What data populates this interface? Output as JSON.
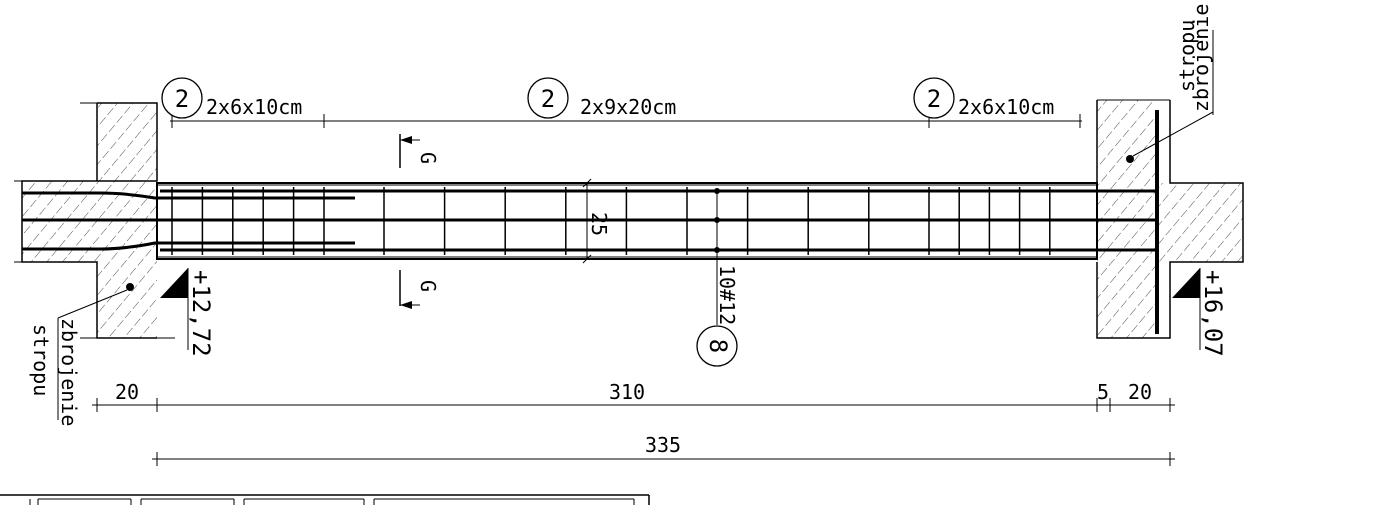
{
  "labels": {
    "stirrup_left": "2x6x10cm",
    "stirrup_mid": "2x9x20cm",
    "stirrup_right": "2x6x10cm",
    "bar_mark_stirrups": "2",
    "bar_mark_main": "8",
    "main_bars": "10#12",
    "section_mark_top": "G",
    "section_mark_bottom": "G",
    "depth": "25",
    "level_left": "+12,72",
    "level_right": "+16,07",
    "slab_reinf_left_1": "zbrojenie",
    "slab_reinf_left_2": "stropu",
    "slab_reinf_right_1": "zbrojenie",
    "slab_reinf_right_2": "stropu"
  },
  "dimensions": {
    "support_left": "20",
    "clear_span": "310",
    "gap": "5",
    "support_right": "20",
    "total": "335"
  },
  "colors": {
    "line": "#000000",
    "hatch": "#000000",
    "background": "#ffffff"
  }
}
